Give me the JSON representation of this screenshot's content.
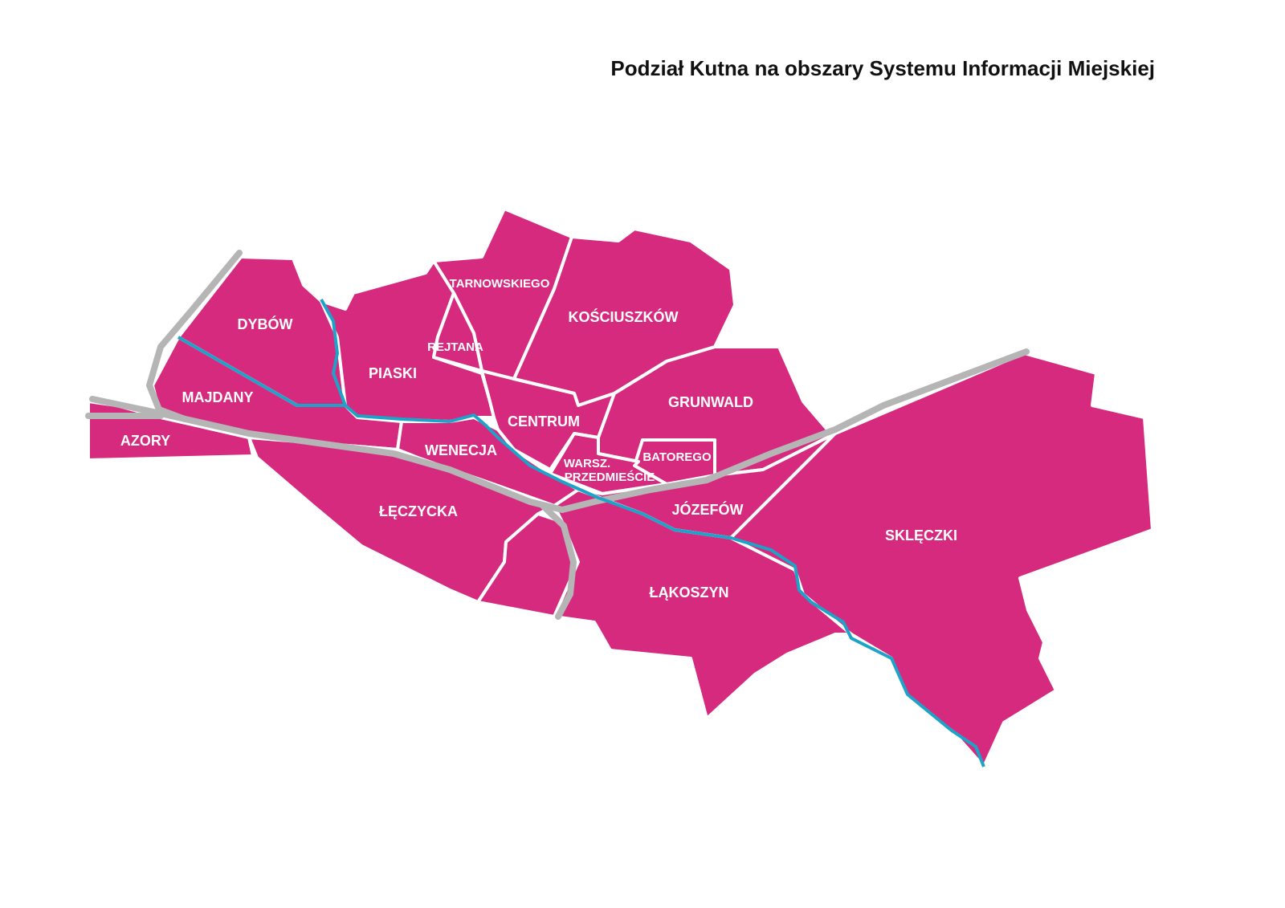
{
  "title": "Podział Kutna na obszary Systemu Informacji Miejskiej",
  "colors": {
    "district": "#d62a7f",
    "border": "#ffffff",
    "river": "#1ea3c8",
    "road": "#b5b5b5"
  },
  "districts": {
    "azory": "AZORY",
    "dybow": "DYBÓW",
    "majdany": "MAJDANY",
    "piaski": "PIASKI",
    "tarnowskiego": "TARNOWSKIEGO",
    "rejtana": "REJTANA",
    "kosciuszkow": "KOŚCIUSZKÓW",
    "centrum": "CENTRUM",
    "grunwald": "GRUNWALD",
    "wenecja": "WENECJA",
    "batorego": "BATOREGO",
    "warsz_1": "WARSZ.",
    "warsz_2": "PRZEDMIEŚCIE",
    "jozefow": "JÓZEFÓW",
    "leczycka": "ŁĘCZYCKA",
    "lakoszyn": "ŁĄKOSZYN",
    "skleczki": "SKLĘCZKI"
  }
}
